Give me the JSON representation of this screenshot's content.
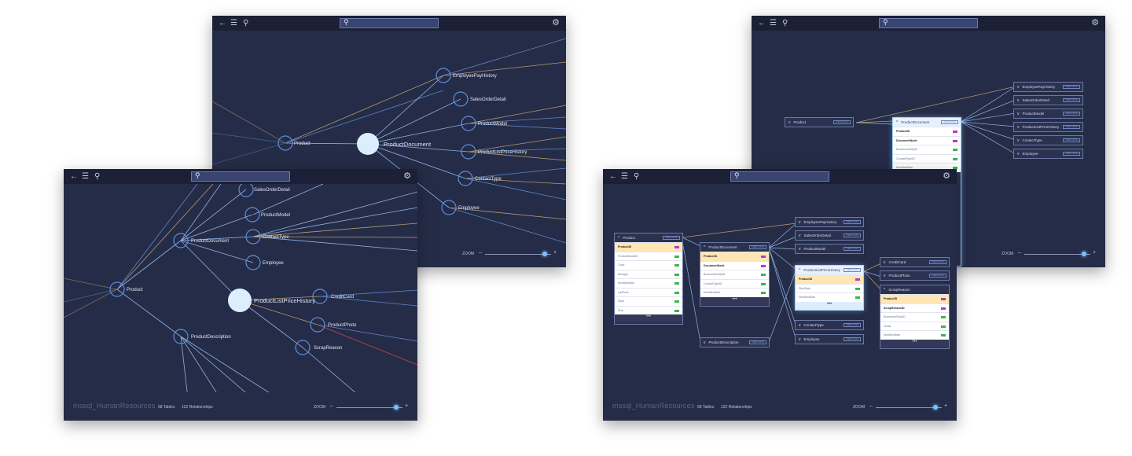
{
  "icons": {
    "back": "arrow-left-icon",
    "menu": "hamburger-menu-icon",
    "search": "search-icon",
    "settings": "gear-icon"
  },
  "glyphs": {
    "back": "←",
    "menu": "☰",
    "search": "⚲",
    "settings": "⚙",
    "collapse": "^",
    "expand": "v",
    "more": "•••",
    "zoom_minus": "–",
    "zoom_plus": "+"
  },
  "footer": {
    "db_name": "mssql_HumanResources",
    "tables": "58 Tables",
    "relationships": "122 Relationships",
    "zoom_label": "ZOOM",
    "zoom_value": 0.9
  },
  "view_data_label": "VIEW DATA",
  "colors": {
    "accent": "#7fc0ff",
    "key_badge": "#b33ad0",
    "type_badge": "#36b84b",
    "primary_key_row": "#ffe6b3",
    "edge_blue": "#5f86c8",
    "edge_tan": "#b59a6f",
    "edge_red": "#c9454a",
    "background": "#252c47"
  },
  "graph_back": {
    "center": "ProductDocument",
    "nodes": [
      "Product",
      "ProductDocument",
      "EmployeePayHistory",
      "SalesOrderDetail",
      "ProductModel",
      "ProductListPriceHistory",
      "ContactType",
      "Employee"
    ]
  },
  "graph_front": {
    "center": "ProductListPriceHistory",
    "nodes": [
      "SalesOrderDetail",
      "ProductModel",
      "ContactType",
      "Employee",
      "ProductDocument",
      "Product",
      "ProductListPriceHistory",
      "CreditCard",
      "ProductPhoto",
      "ScrapReason",
      "ProductDescription"
    ]
  },
  "er_back": {
    "product": "Product",
    "document": {
      "title": "ProductDocument",
      "rows": [
        "ProductID",
        "DocumentNode",
        "BusinessEntityID",
        "ContactTypeID",
        "ModifiedDate"
      ]
    },
    "right_cards": [
      "EmployeePayHistory",
      "SalesOrderDetail",
      "ProductModel",
      "ProductListPriceHistory",
      "ContactType",
      "Employee"
    ]
  },
  "er_front": {
    "product": {
      "title": "Product",
      "rows": [
        "ProductID",
        "ProductModelID",
        "Color",
        "Bweight",
        "ModifiedDate",
        "ListPrice",
        "Style",
        "Size"
      ]
    },
    "document": {
      "title": "ProductDocument",
      "rows": [
        "ProductID",
        "DocumentNode",
        "BusinessEntityID",
        "ContactTypeID",
        "ModifiedDate"
      ]
    },
    "description": "ProductDescription",
    "middle_cards": [
      "EmployeePayHistory",
      "SalesOrderDetail",
      "ProductModel"
    ],
    "history": {
      "title": "ProductListPriceHistory",
      "rows": [
        "ProductID",
        "StartDate",
        "ModifiedDate"
      ]
    },
    "lower_cards": [
      "ContactType",
      "Employee"
    ],
    "right_cards": [
      "CreditCard",
      "ProductPhoto"
    ],
    "scrap": {
      "title": "ScrapReason",
      "rows": [
        "ProductID",
        "ScrapReasonID",
        "BusinessPhotoID",
        "Detail",
        "ModifiedDate"
      ]
    }
  }
}
